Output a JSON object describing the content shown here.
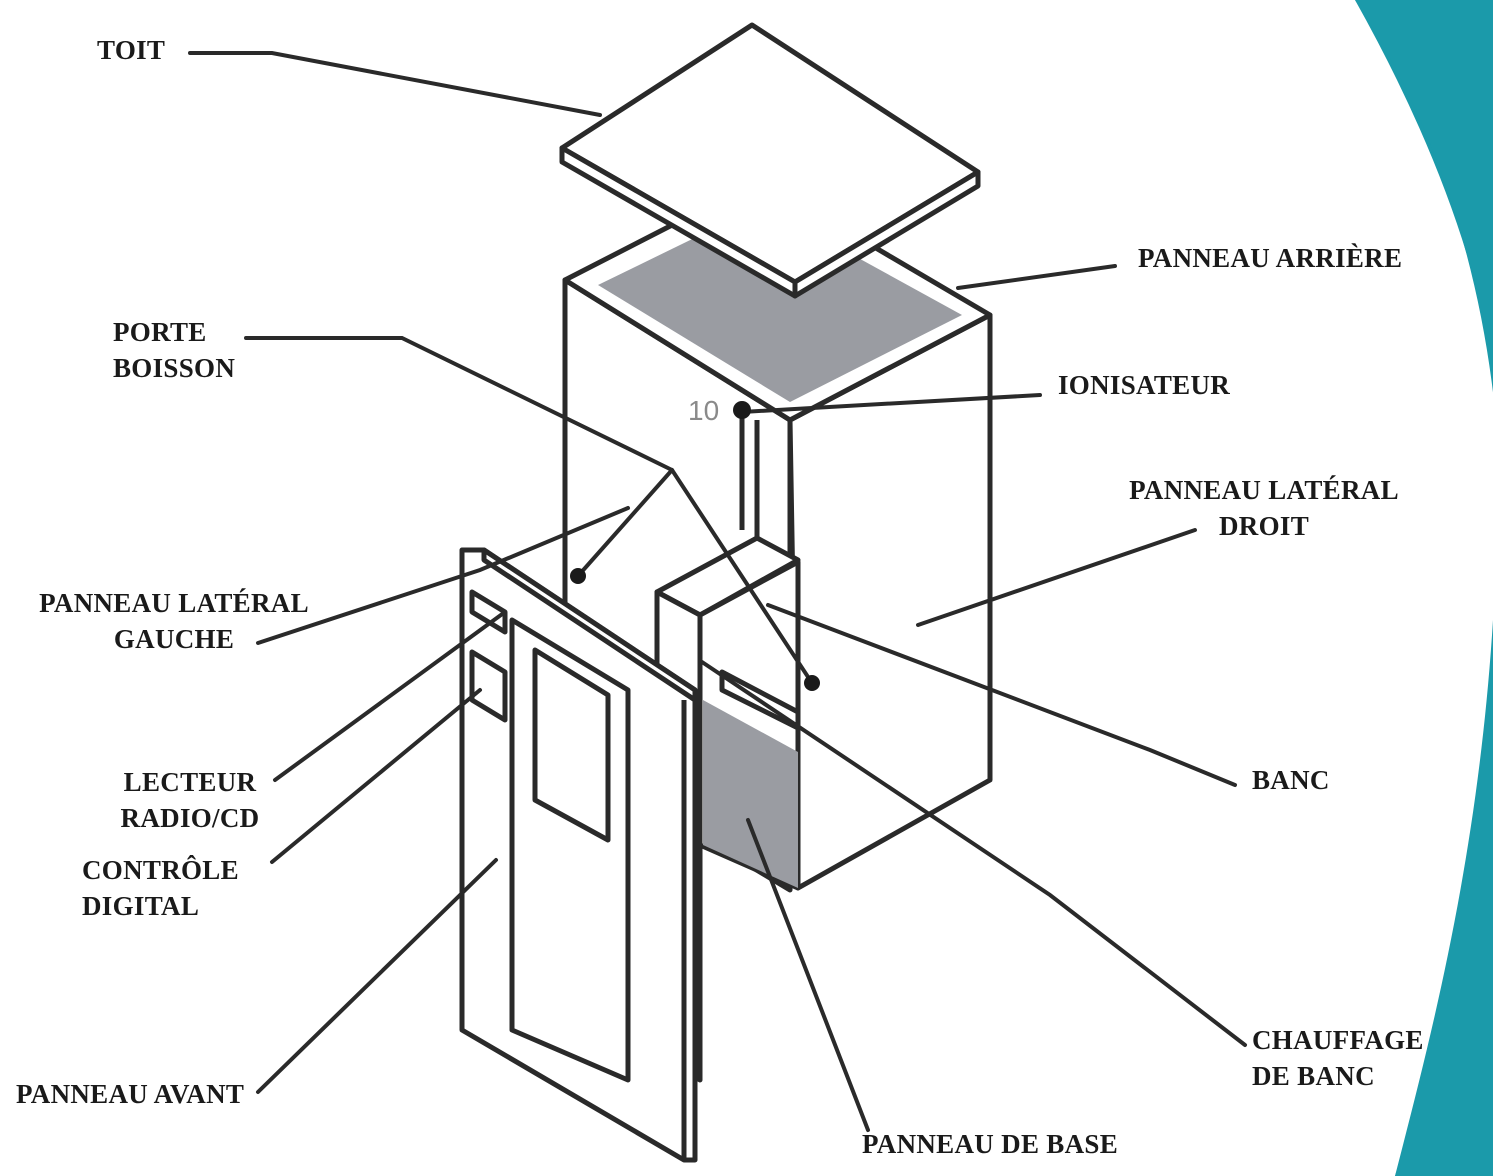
{
  "colors": {
    "line": "#2a2a2a",
    "panel_fill": "#ffffff",
    "shade": "#9a9ca2",
    "accent": "#1b9aaa"
  },
  "labels": {
    "toit": [
      "TOIT"
    ],
    "panneau_arriere": [
      "PANNEAU ARRIÈRE"
    ],
    "porte_boisson": [
      "PORTE",
      "BOISSON"
    ],
    "ionisateur": [
      "IONISATEUR"
    ],
    "panneau_lateral_droit": [
      "PANNEAU LATÉRAL",
      "DROIT"
    ],
    "panneau_lateral_gauche": [
      "PANNEAU LATÉRAL",
      "GAUCHE"
    ],
    "banc": [
      "BANC"
    ],
    "lecteur": [
      "LECTEUR",
      "RADIO/CD"
    ],
    "controle": [
      "CONTRÔLE",
      "DIGITAL"
    ],
    "chauffage": [
      "CHAUFFAGE",
      "DE BANC"
    ],
    "panneau_avant": [
      "PANNEAU AVANT"
    ],
    "panneau_de_base": [
      "PANNEAU DE BASE"
    ]
  },
  "ionizer_number": "10"
}
